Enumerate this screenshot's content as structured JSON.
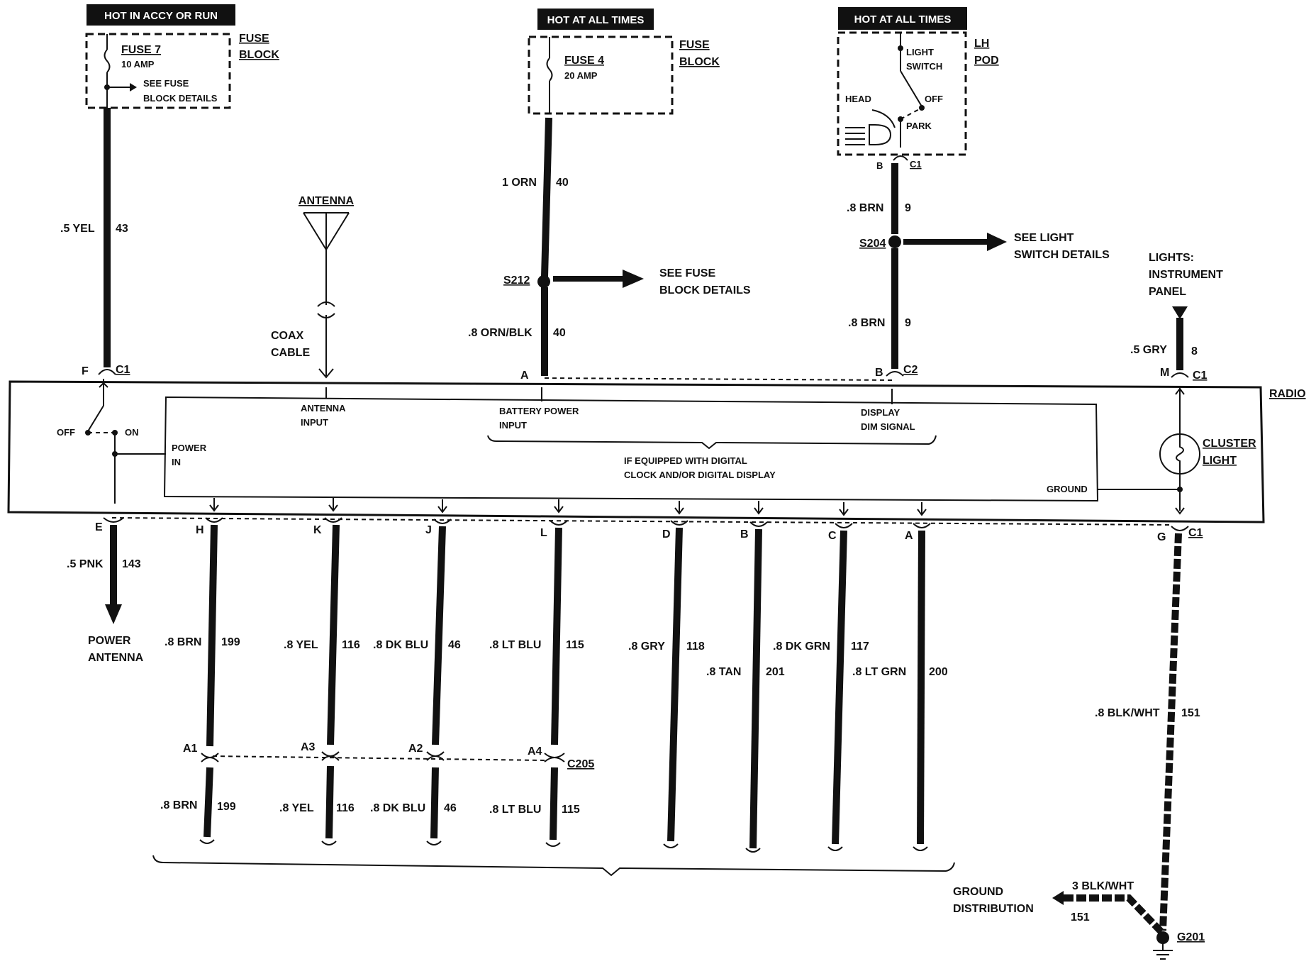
{
  "headers": {
    "fuse7_supply": "HOT IN ACCY OR RUN",
    "fuse4_supply": "HOT AT ALL TIMES",
    "lhpod_supply": "HOT AT ALL TIMES"
  },
  "fuse7": {
    "name": "FUSE 7",
    "rating": "10 AMP",
    "note_line1": "SEE FUSE",
    "note_line2": "BLOCK DETAILS",
    "block_line1": "FUSE",
    "block_line2": "BLOCK"
  },
  "fuse4": {
    "name": "FUSE 4",
    "rating": "20 AMP",
    "block_line1": "FUSE",
    "block_line2": "BLOCK"
  },
  "lhpod": {
    "title_line1": "LH",
    "title_line2": "POD",
    "switch_line1": "LIGHT",
    "switch_line2": "SWITCH",
    "head": "HEAD",
    "off": "OFF",
    "park": "PARK",
    "conn_pin": "B",
    "conn": "C1"
  },
  "antenna": {
    "label": "ANTENNA",
    "coax_line1": "COAX",
    "coax_line2": "CABLE"
  },
  "wires_top": {
    "w43": {
      "size": ".5 YEL",
      "circuit": "43",
      "pin": "F",
      "conn": "C1"
    },
    "w40a": {
      "size": "1 ORN",
      "circuit": "40"
    },
    "w40b": {
      "size": ".8 ORN/BLK",
      "circuit": "40",
      "pin": "A"
    },
    "s212": {
      "splice": "S212",
      "ref_line1": "SEE FUSE",
      "ref_line2": "BLOCK DETAILS"
    },
    "w9a": {
      "size": ".8 BRN",
      "circuit": "9"
    },
    "s204": {
      "splice": "S204",
      "ref_line1": "SEE LIGHT",
      "ref_line2": "SWITCH DETAILS"
    },
    "w9b": {
      "size": ".8 BRN",
      "circuit": "9",
      "pin": "B",
      "conn": "C2"
    },
    "w8": {
      "size": ".5 GRY",
      "circuit": "8",
      "pin": "M",
      "conn": "C1"
    },
    "lights_line1": "LIGHTS:",
    "lights_line2": "INSTRUMENT",
    "lights_line3": "PANEL"
  },
  "radio": {
    "title": "RADIO",
    "off": "OFF",
    "on": "ON",
    "power_in_line1": "POWER",
    "power_in_line2": "IN",
    "antenna_input_line1": "ANTENNA",
    "antenna_input_line2": "INPUT",
    "battery_line1": "BATTERY POWER",
    "battery_line2": "INPUT",
    "display_line1": "DISPLAY",
    "display_line2": "DIM SIGNAL",
    "digital_line1": "IF EQUIPPED WITH DIGITAL",
    "digital_line2": "CLOCK AND/OR DIGITAL DISPLAY",
    "ground": "GROUND",
    "cluster_line1": "CLUSTER",
    "cluster_line2": "LIGHT"
  },
  "wires_bottom": {
    "e": {
      "pin": "E",
      "size": ".5 PNK",
      "circuit": "143",
      "dest_line1": "POWER",
      "dest_line2": "ANTENNA"
    },
    "h": {
      "pin": "H",
      "size": ".8 BRN",
      "circuit": "199",
      "cpin": "A1",
      "size2": ".8 BRN",
      "circuit2": "199"
    },
    "k": {
      "pin": "K",
      "size": ".8 YEL",
      "circuit": "116",
      "cpin": "A3",
      "size2": ".8 YEL",
      "circuit2": "116"
    },
    "j": {
      "pin": "J",
      "size": ".8 DK BLU",
      "circuit": "46",
      "cpin": "A2",
      "size2": ".8 DK BLU",
      "circuit2": "46"
    },
    "l": {
      "pin": "L",
      "size": ".8 LT BLU",
      "circuit": "115",
      "cpin": "A4",
      "size2": ".8 LT BLU",
      "circuit2": "115",
      "conn": "C205"
    },
    "d": {
      "pin": "D",
      "size": ".8 GRY",
      "circuit": "118"
    },
    "b": {
      "pin": "B",
      "size": ".8 TAN",
      "circuit": "201"
    },
    "c": {
      "pin": "C",
      "size": ".8 DK GRN",
      "circuit": "117"
    },
    "a": {
      "pin": "A",
      "size": ".8 LT GRN",
      "circuit": "200"
    },
    "g": {
      "pin": "G",
      "conn": "C1",
      "size": ".8 BLK/WHT",
      "circuit": "151"
    }
  },
  "ground": {
    "dist_line1": "GROUND",
    "dist_line2": "DISTRIBUTION",
    "size": "3 BLK/WHT",
    "circuit": "151",
    "point": "G201"
  }
}
